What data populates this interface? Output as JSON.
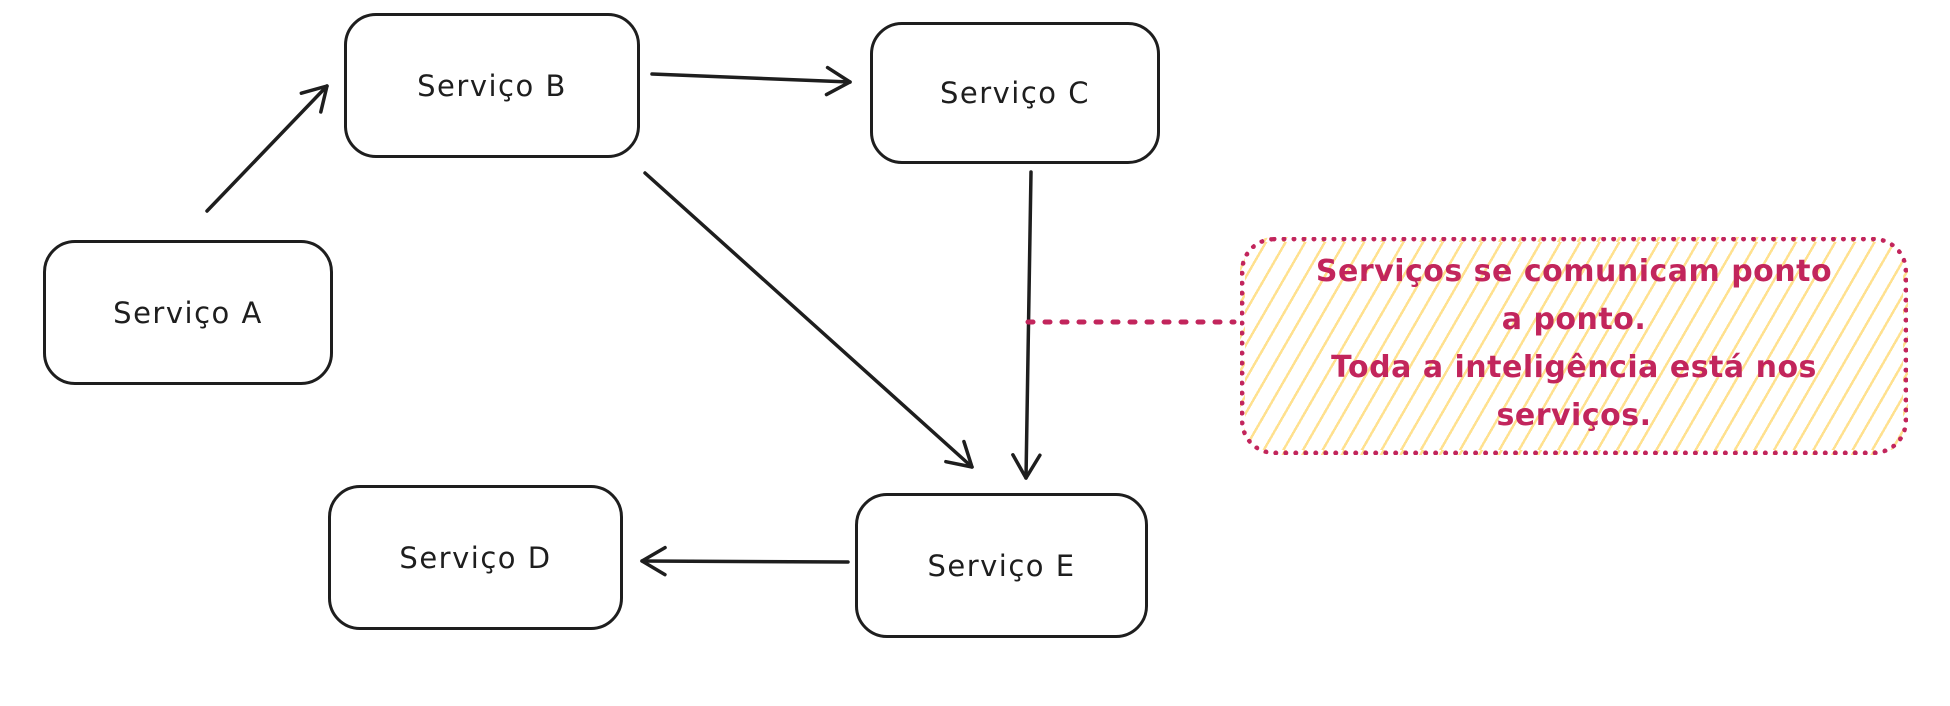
{
  "diagram": {
    "title": "",
    "nodes": [
      {
        "id": "A",
        "label": "Serviço A"
      },
      {
        "id": "B",
        "label": "Serviço B"
      },
      {
        "id": "C",
        "label": "Serviço C"
      },
      {
        "id": "D",
        "label": "Serviço D"
      },
      {
        "id": "E",
        "label": "Serviço E"
      }
    ],
    "edges": [
      {
        "from": "A",
        "to": "B",
        "style": "solid-arrow"
      },
      {
        "from": "B",
        "to": "C",
        "style": "solid-arrow"
      },
      {
        "from": "B",
        "to": "E",
        "style": "solid-arrow"
      },
      {
        "from": "C",
        "to": "E",
        "style": "solid-arrow"
      },
      {
        "from": "E",
        "to": "D",
        "style": "solid-arrow"
      },
      {
        "from": "edge-C-E",
        "to": "note",
        "style": "dotted-connector"
      }
    ],
    "note": {
      "line1": "Serviços se comunicam ponto a ponto.",
      "line2": "Toda a inteligência está nos serviços."
    },
    "colors": {
      "stroke": "#1e1e1e",
      "note_accent": "#c2255c",
      "note_hatch": "#ffe18f",
      "background": "#ffffff"
    }
  }
}
